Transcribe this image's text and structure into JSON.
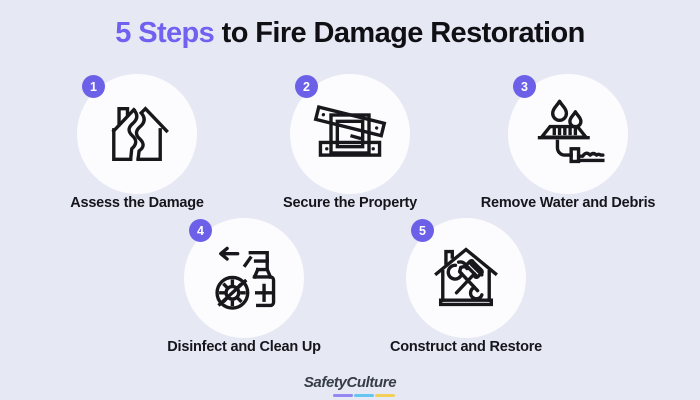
{
  "title": {
    "highlight": "5 Steps",
    "rest": " to Fire Damage Restoration"
  },
  "steps": [
    {
      "number": "1",
      "label": "Assess the Damage",
      "icon": "broken-house-icon"
    },
    {
      "number": "2",
      "label": "Secure the Property",
      "icon": "boarded-window-icon"
    },
    {
      "number": "3",
      "label": "Remove Water and Debris",
      "icon": "water-extraction-icon"
    },
    {
      "number": "4",
      "label": "Disinfect and Clean Up",
      "icon": "disinfectant-spray-icon"
    },
    {
      "number": "5",
      "label": "Construct and Restore",
      "icon": "house-tools-icon"
    }
  ],
  "footer": {
    "logo_text": "SafetyCulture"
  },
  "colors": {
    "background": "#E6E8F4",
    "circle_fill": "#FCFCFE",
    "accent_purple": "#7061F0",
    "badge_purple": "#6D60E8",
    "text_dark": "#15151B",
    "logo_dark": "#363D47",
    "underline_purple": "#9686F2",
    "underline_blue": "#63C5F0",
    "underline_yellow": "#F2CF5A"
  }
}
